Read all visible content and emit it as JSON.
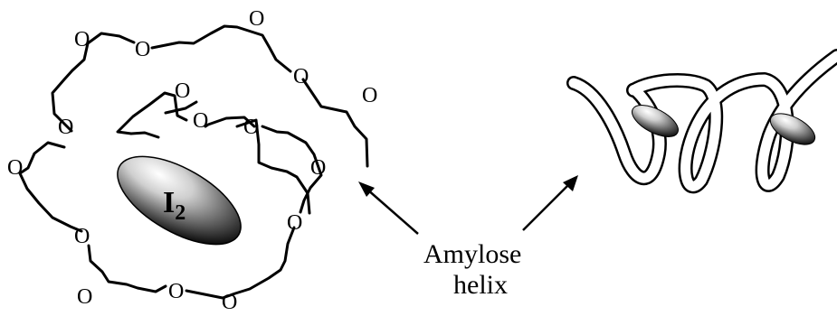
{
  "molecule": {
    "label_main": "I",
    "label_subscript": "2",
    "oxygen_symbol": "O"
  },
  "caption": {
    "line1": "Amylose",
    "line2": "helix"
  },
  "colors": {
    "ink": "#000000",
    "background": "#ffffff",
    "iodine_highlight": "#ffffff",
    "iodine_shadow": "#111111"
  }
}
